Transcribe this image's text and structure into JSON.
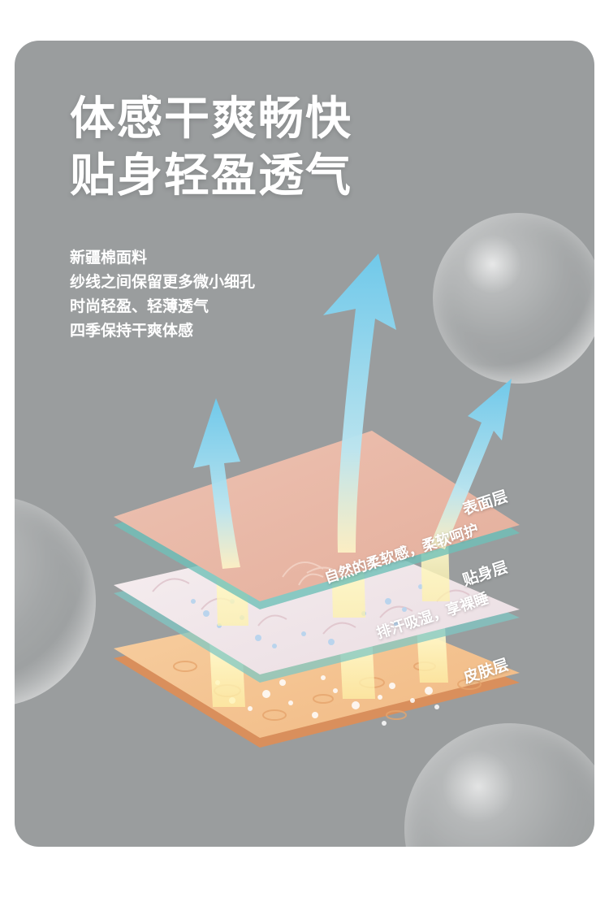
{
  "headline": {
    "line1": "体感干爽畅快",
    "line2": "贴身轻盈透气"
  },
  "description": [
    "新疆棉面料",
    "纱线之间保留更多微小细孔",
    "时尚轻盈、轻薄透气",
    "四季保持干爽体感"
  ],
  "layers": {
    "surface": {
      "name": "表面层",
      "desc": "自然的柔软感，柔软呵护"
    },
    "inner": {
      "name": "贴身层",
      "desc": "排汗吸湿，享裸睡"
    },
    "skin": {
      "name": "皮肤层"
    }
  },
  "colors": {
    "background": "#9a9d9e",
    "arrow": "#7fd0ee",
    "surface_layer": "#e9b9a7",
    "inner_layer": "#f0e4e8",
    "skin_layer": "#f4c392"
  }
}
